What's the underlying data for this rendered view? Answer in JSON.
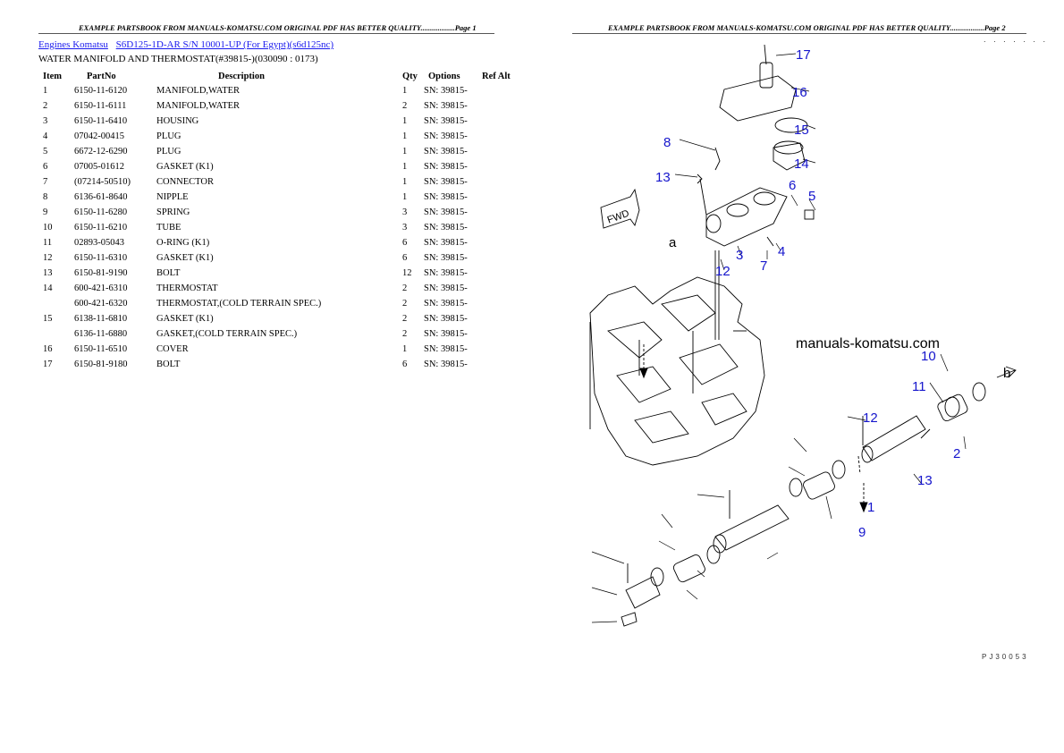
{
  "header_left": "EXAMPLE PARTSBOOK FROM MANUALS-KOMATSU.COM ORIGINAL PDF HAS BETTER QUALITY..................Page 1",
  "header_right": "EXAMPLE PARTSBOOK FROM MANUALS-KOMATSU.COM ORIGINAL PDF HAS BETTER QUALITY..................Page 2",
  "links": {
    "engines": "Engines Komatsu",
    "model": "S6D125-1D-AR S/N 10001-UP (For Egypt)(s6d125nc)"
  },
  "subtitle": "WATER MANIFOLD AND THERMOSTAT(#39815-)(030090 : 0173)",
  "columns": {
    "item": "Item",
    "partno": "PartNo",
    "description": "Description",
    "qty": "Qty",
    "options": "Options",
    "refalt": "Ref Alt"
  },
  "rows": [
    {
      "item": "1",
      "partno": "6150-11-6120",
      "desc": "MANIFOLD,WATER",
      "qty": "1",
      "opt": "SN: 39815-"
    },
    {
      "item": "2",
      "partno": "6150-11-6111",
      "desc": "MANIFOLD,WATER",
      "qty": "2",
      "opt": "SN: 39815-"
    },
    {
      "item": "3",
      "partno": "6150-11-6410",
      "desc": "HOUSING",
      "qty": "1",
      "opt": "SN: 39815-"
    },
    {
      "item": "4",
      "partno": "07042-00415",
      "desc": "PLUG",
      "qty": "1",
      "opt": "SN: 39815-"
    },
    {
      "item": "5",
      "partno": "6672-12-6290",
      "desc": "PLUG",
      "qty": "1",
      "opt": "SN: 39815-"
    },
    {
      "item": "6",
      "partno": "07005-01612",
      "desc": "GASKET (K1)",
      "qty": "1",
      "opt": "SN: 39815-"
    },
    {
      "item": "7",
      "partno": "(07214-50510)",
      "desc": "CONNECTOR",
      "qty": "1",
      "opt": "SN: 39815-"
    },
    {
      "item": "8",
      "partno": "6136-61-8640",
      "desc": "NIPPLE",
      "qty": "1",
      "opt": "SN: 39815-"
    },
    {
      "item": "9",
      "partno": "6150-11-6280",
      "desc": "SPRING",
      "qty": "3",
      "opt": "SN: 39815-"
    },
    {
      "item": "10",
      "partno": "6150-11-6210",
      "desc": "TUBE",
      "qty": "3",
      "opt": "SN: 39815-"
    },
    {
      "item": "11",
      "partno": "02893-05043",
      "desc": "O-RING (K1)",
      "qty": "6",
      "opt": "SN: 39815-"
    },
    {
      "item": "12",
      "partno": "6150-11-6310",
      "desc": "GASKET (K1)",
      "qty": "6",
      "opt": "SN: 39815-"
    },
    {
      "item": "13",
      "partno": "6150-81-9190",
      "desc": "BOLT",
      "qty": "12",
      "opt": "SN: 39815-"
    },
    {
      "item": "14",
      "partno": "600-421-6310",
      "desc": "THERMOSTAT",
      "qty": "2",
      "opt": "SN: 39815-"
    },
    {
      "item": "",
      "partno": "600-421-6320",
      "desc": "THERMOSTAT,(COLD TERRAIN SPEC.)",
      "qty": "2",
      "opt": "SN: 39815-"
    },
    {
      "item": "15",
      "partno": "6138-11-6810",
      "desc": "GASKET (K1)",
      "qty": "2",
      "opt": "SN: 39815-"
    },
    {
      "item": "",
      "partno": "6136-11-6880",
      "desc": "GASKET,(COLD TERRAIN SPEC.)",
      "qty": "2",
      "opt": "SN: 39815-"
    },
    {
      "item": "16",
      "partno": "6150-11-6510",
      "desc": "COVER",
      "qty": "1",
      "opt": "SN: 39815-"
    },
    {
      "item": "17",
      "partno": "6150-81-9180",
      "desc": "BOLT",
      "qty": "6",
      "opt": "SN: 39815-"
    }
  ],
  "diagram": {
    "watermark": "manuals-komatsu.com",
    "dots": ". . . . . . .",
    "drawing_code": "PJ30053",
    "fwd_label": "FWD",
    "labels": [
      "17",
      "16",
      "15",
      "14",
      "8",
      "13",
      "6",
      "5",
      "3",
      "4",
      "7",
      "12",
      "a",
      "b",
      "9",
      "10",
      "11",
      "2",
      "13",
      "12",
      "1"
    ]
  }
}
